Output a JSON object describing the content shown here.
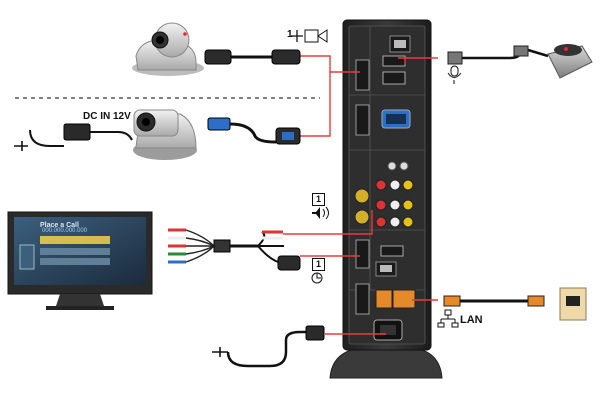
{
  "labels": {
    "dc_in": "DC IN 12V",
    "lan": "LAN",
    "camera_port_number": "1",
    "audio_port_number": "1",
    "monitor_port_number": "1"
  },
  "tv_screen": {
    "title": "Place a Call",
    "number": "000.000.000.000"
  },
  "colors": {
    "cable": "#e83b3b",
    "codec_body": "#2b2b2b",
    "codec_panel": "#3d3d3d",
    "accent_orange": "#e58a2a"
  }
}
